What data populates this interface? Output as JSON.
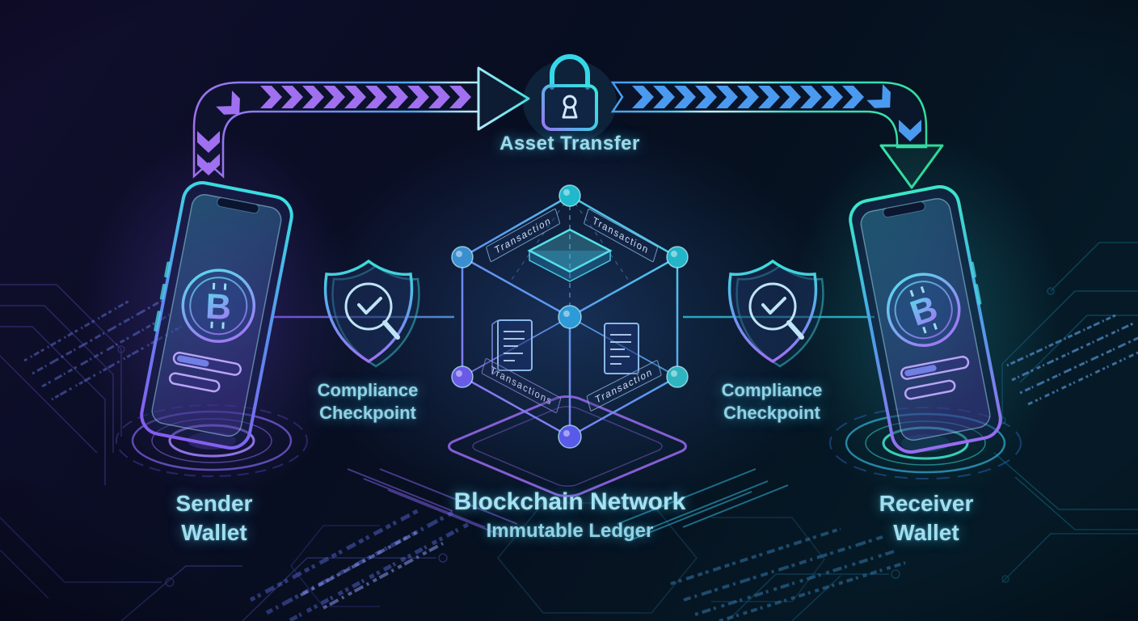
{
  "flow": {
    "asset_transfer_label": "Asset Transfer"
  },
  "sender": {
    "line1": "Sender",
    "line2": "Wallet"
  },
  "receiver": {
    "line1": "Receiver",
    "line2": "Wallet"
  },
  "network": {
    "title": "Blockchain Network",
    "subtitle": "Immutable Ledger"
  },
  "compliance_left": {
    "line1": "Compliance",
    "line2": "Checkpoint"
  },
  "compliance_right": {
    "line1": "Compliance",
    "line2": "Checkpoint"
  },
  "cube": {
    "labels": [
      "Transaction",
      "Transaction",
      "Transactions",
      "Transaction"
    ]
  },
  "bitcoin": {
    "symbol": "B"
  },
  "colors": {
    "background": "#070b1e",
    "accent_purple": "#9a6af0",
    "accent_cyan": "#3ad8e8",
    "accent_green": "#35e0a8",
    "label_text": "#9adbec"
  }
}
